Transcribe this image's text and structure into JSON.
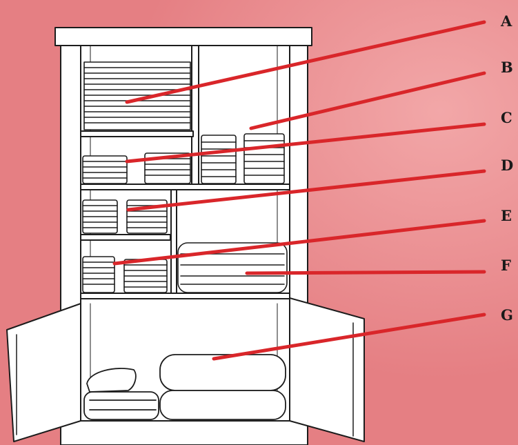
{
  "callouts": [
    {
      "label": "A"
    },
    {
      "label": "B"
    },
    {
      "label": "C"
    },
    {
      "label": "D"
    },
    {
      "label": "E"
    },
    {
      "label": "F"
    },
    {
      "label": "G"
    }
  ],
  "colors": {
    "background": "#e98a8c",
    "callout_line": "#d9262a",
    "cabinet_fill": "#ffffff",
    "outline": "#1c1c1c"
  }
}
